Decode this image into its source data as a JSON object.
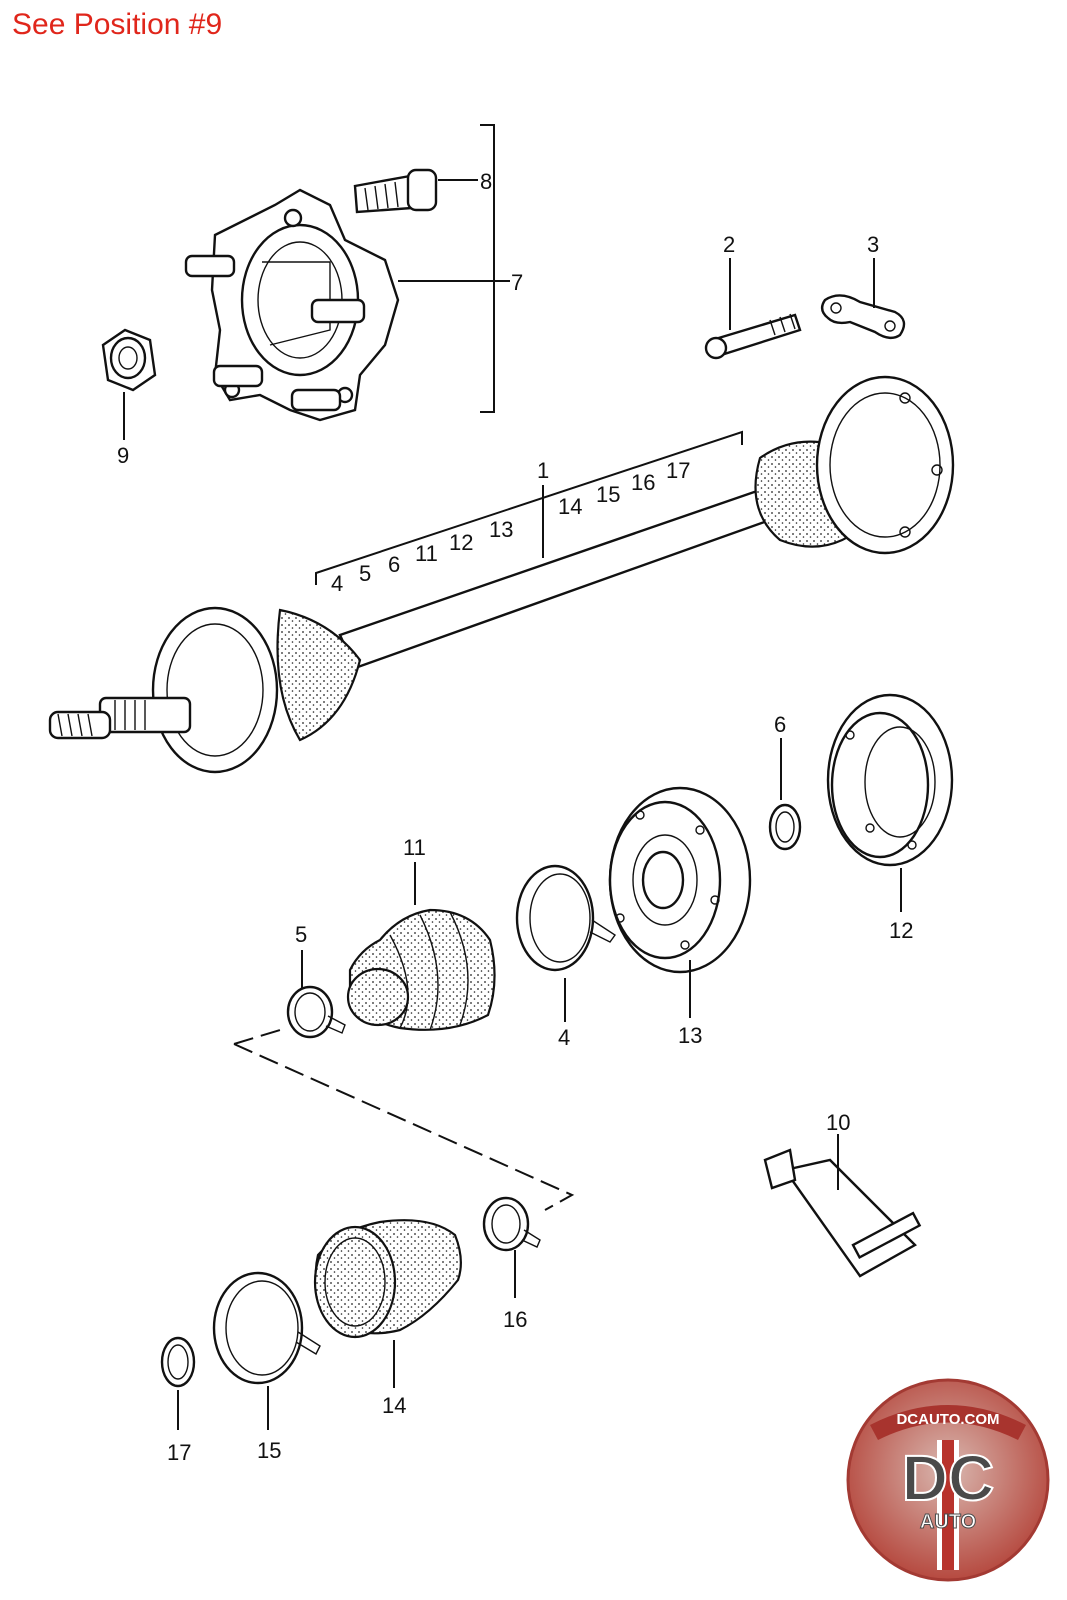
{
  "header": {
    "note": "See Position #9"
  },
  "callouts": {
    "n1": "1",
    "n2": "2",
    "n3": "3",
    "n4": "4",
    "n5": "5",
    "n6": "6",
    "n7": "7",
    "n8": "8",
    "n9": "9",
    "n10": "10",
    "n11": "11",
    "n12": "12",
    "n13": "13",
    "n14": "14",
    "n15": "15",
    "n16": "16",
    "n17": "17"
  },
  "assembly_group": {
    "left": [
      "4",
      "5",
      "6",
      "11",
      "12",
      "13"
    ],
    "right": [
      "14",
      "15",
      "16",
      "17"
    ]
  },
  "logo": {
    "top_text": "DCAUTO.COM",
    "mark": "DC",
    "sub_text": "AUTO"
  },
  "colors": {
    "note_red": "#e0261b",
    "line": "#111111",
    "logo_red": "#b8332c"
  }
}
